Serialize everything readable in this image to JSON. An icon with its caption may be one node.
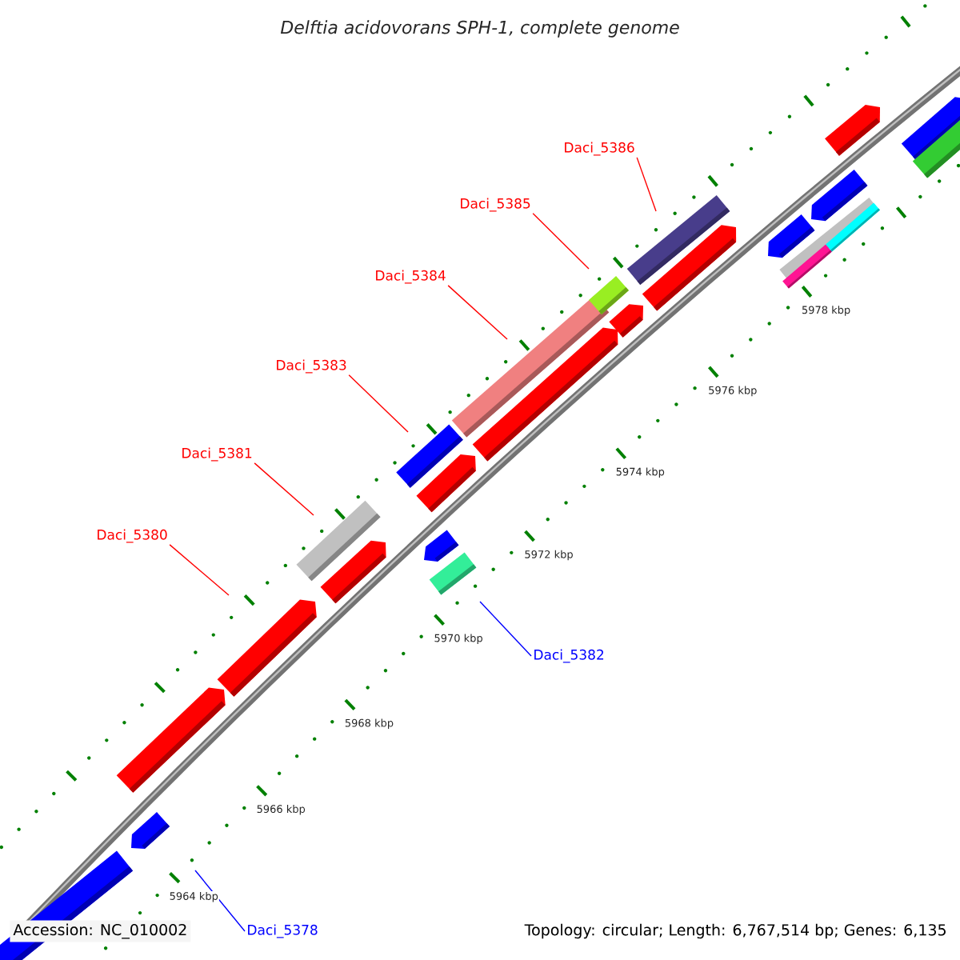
{
  "diagram": {
    "title": "Delftia acidovorans SPH-1, complete genome",
    "nodes": [
      {
        "text": [
          "Daci_5386"
        ]
      },
      {
        "text": [
          "Daci_5385"
        ]
      },
      {
        "text": [
          "Daci_5384"
        ]
      },
      {
        "text": [
          "Daci_5383"
        ]
      },
      {
        "text": [
          "Daci_5381"
        ]
      },
      {
        "text": [
          "Daci_5380"
        ]
      },
      {
        "text": [
          "Daci_5382"
        ]
      },
      {
        "text": [
          "Daci_5378"
        ]
      }
    ],
    "edges": [
      {
        "from": 0,
        "to": null,
        "arrow": "none"
      },
      {
        "from": 1,
        "to": null,
        "arrow": "none"
      },
      {
        "from": 2,
        "to": null,
        "arrow": "none"
      },
      {
        "from": 3,
        "to": null,
        "arrow": "none"
      },
      {
        "from": 4,
        "to": null,
        "arrow": "none"
      },
      {
        "from": 5,
        "to": null,
        "arrow": "none"
      },
      {
        "from": 6,
        "to": null,
        "arrow": "none",
        "color": "#0000ff"
      },
      {
        "from": 7,
        "to": null,
        "arrow": "none",
        "color": "#0000ff"
      }
    ],
    "labels": [
      "5978 kbp",
      "5976 kbp",
      "5974 kbp",
      "5972 kbp",
      "5970 kbp",
      "5968 kbp",
      "5966 kbp",
      "5964 kbp",
      "Accession: NC_010002",
      "Topology: circular; Length: 6,767,514 bp; Genes: 6,135"
    ]
  }
}
